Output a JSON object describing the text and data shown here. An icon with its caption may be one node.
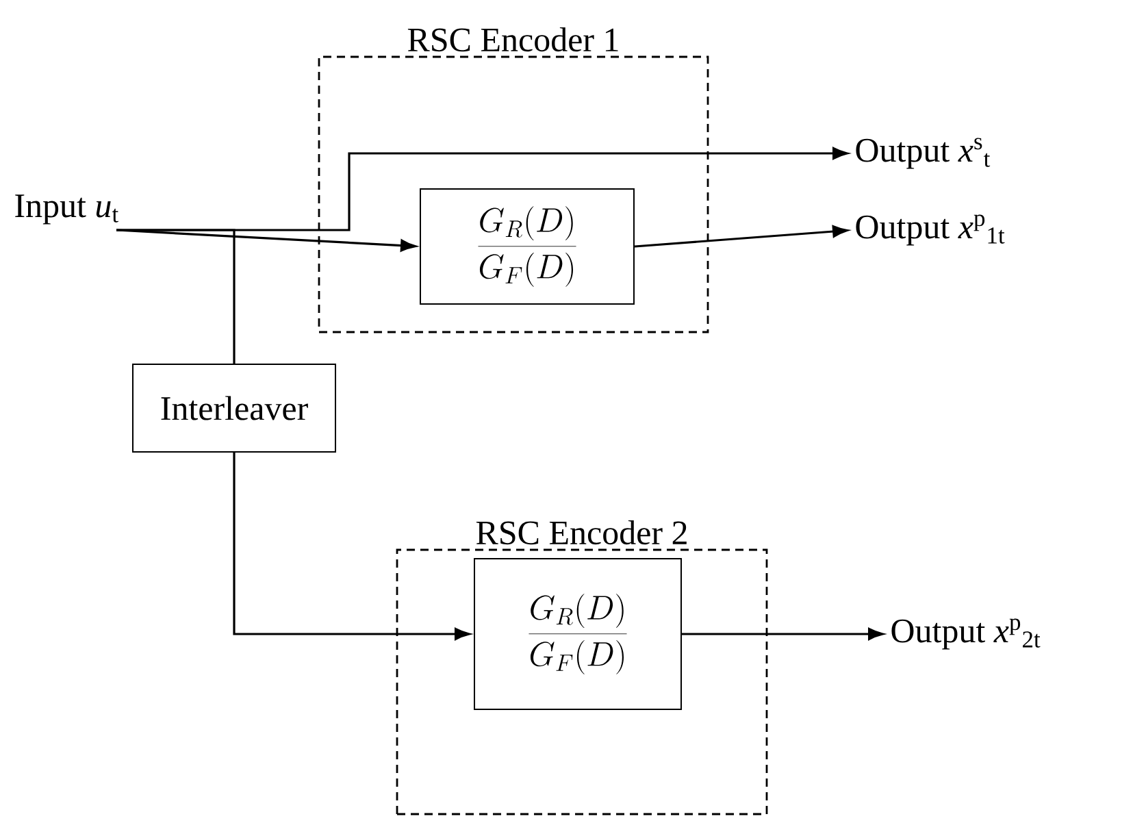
{
  "diagram": {
    "nodes": [
      {
        "text": [
          "RSC Encoder 1"
        ]
      },
      {
        "text": [
          "\\frac{G_R(D)}{G_F(D)}"
        ],
        "in": 0
      },
      {
        "text": [
          "Input *u*$_{t}$"
        ]
      },
      {
        "text": [
          "Output *x*$^{s}$$_{t}$"
        ]
      },
      {
        "text": [
          "Output *x*$^{p}$$_{1t}$"
        ]
      },
      {
        "text": [
          "Interleaver"
        ]
      },
      {
        "text": [
          "RSC Encoder 2"
        ]
      },
      {
        "text": [
          "\\frac{G_R(D)}{G_F(D)}"
        ],
        "in": 6
      },
      {
        "text": [
          "Output *x*$^{p}$$_{2t}$"
        ]
      }
    ],
    "edges": [
      {
        "from": 2,
        "to": 1,
        "arrow": "to"
      },
      {
        "from": 2,
        "to": 3,
        "arrow": "to"
      },
      {
        "from": 1,
        "to": 4,
        "arrow": "to"
      },
      {
        "from": 2,
        "to": 5,
        "arrow": "none"
      },
      {
        "from": 5,
        "to": 7,
        "arrow": "to"
      },
      {
        "from": 7,
        "to": 8,
        "arrow": "to"
      }
    ]
  }
}
